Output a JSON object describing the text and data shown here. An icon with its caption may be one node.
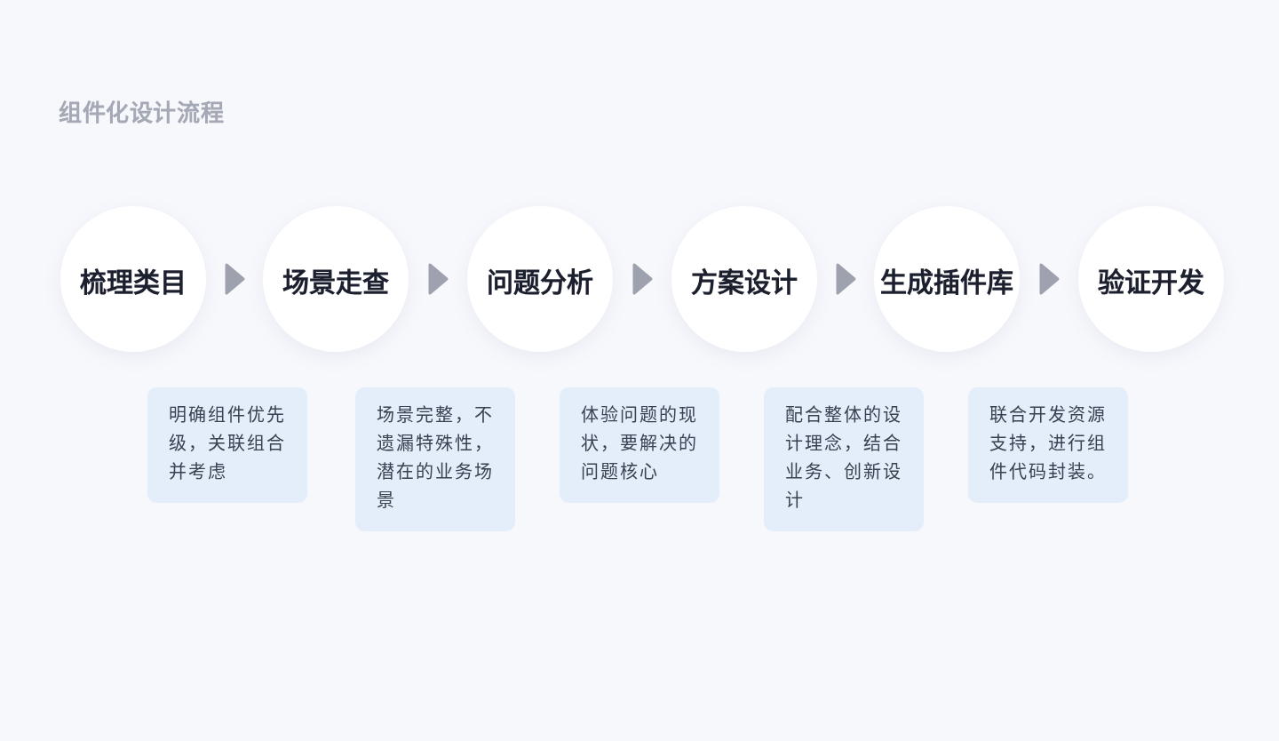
{
  "diagram": {
    "title": "组件化设计流程",
    "nodes": [
      {
        "text": [
          "梳理类目"
        ]
      },
      {
        "text": [
          "场景走查"
        ]
      },
      {
        "text": [
          "问题分析"
        ]
      },
      {
        "text": [
          "方案设计"
        ]
      },
      {
        "text": [
          "生成插件库"
        ]
      },
      {
        "text": [
          "验证开发"
        ]
      },
      {
        "text": [
          "明确组件优先级，关联组合并考虑"
        ]
      },
      {
        "text": [
          "场景完整，不遗漏特殊性，潜在的业务场景"
        ]
      },
      {
        "text": [
          "体验问题的现状，要解决的问题核心"
        ]
      },
      {
        "text": [
          "配合整体的设计理念，结合业务、创新设计"
        ]
      },
      {
        "text": [
          "联合开发资源支持，进行组件代码封装。"
        ]
      }
    ],
    "edges": [
      {
        "from": 0,
        "to": 1,
        "arrow": "to"
      },
      {
        "from": 1,
        "to": 2,
        "arrow": "to"
      },
      {
        "from": 2,
        "to": 3,
        "arrow": "to"
      },
      {
        "from": 3,
        "to": 4,
        "arrow": "to"
      },
      {
        "from": 4,
        "to": 5,
        "arrow": "to"
      }
    ]
  }
}
